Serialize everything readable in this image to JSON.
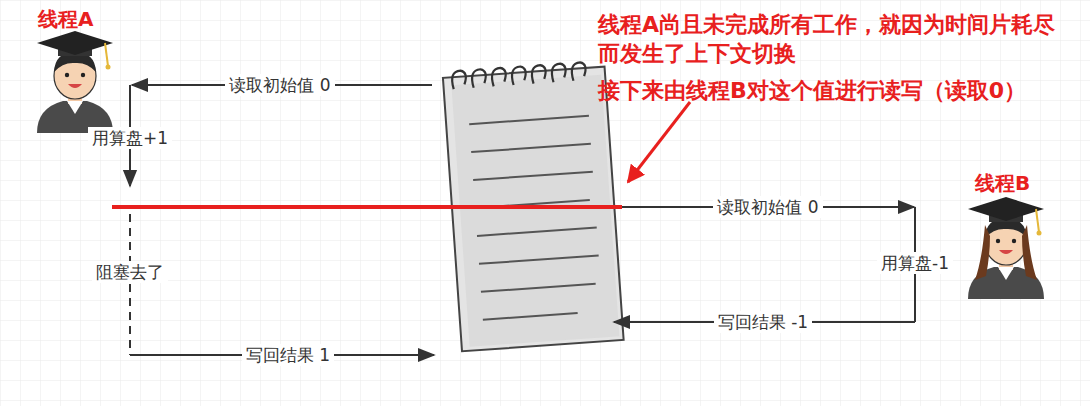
{
  "diagram": {
    "nodes": [
      {
        "text": [
          "线程A"
        ]
      },
      {
        "text": [
          "线程B"
        ]
      }
    ],
    "labels": [
      "读取初始值 0",
      "用算盘+1",
      "阻塞去了",
      "写回结果 1",
      "读取初始值 0",
      "用算盘-1",
      "写回结果 -1",
      "线程A尚且未完成所有工作，就因为时间片耗尽而发生了上下文切换",
      "接下来由线程B对这个值进行读写（读取0）"
    ]
  }
}
